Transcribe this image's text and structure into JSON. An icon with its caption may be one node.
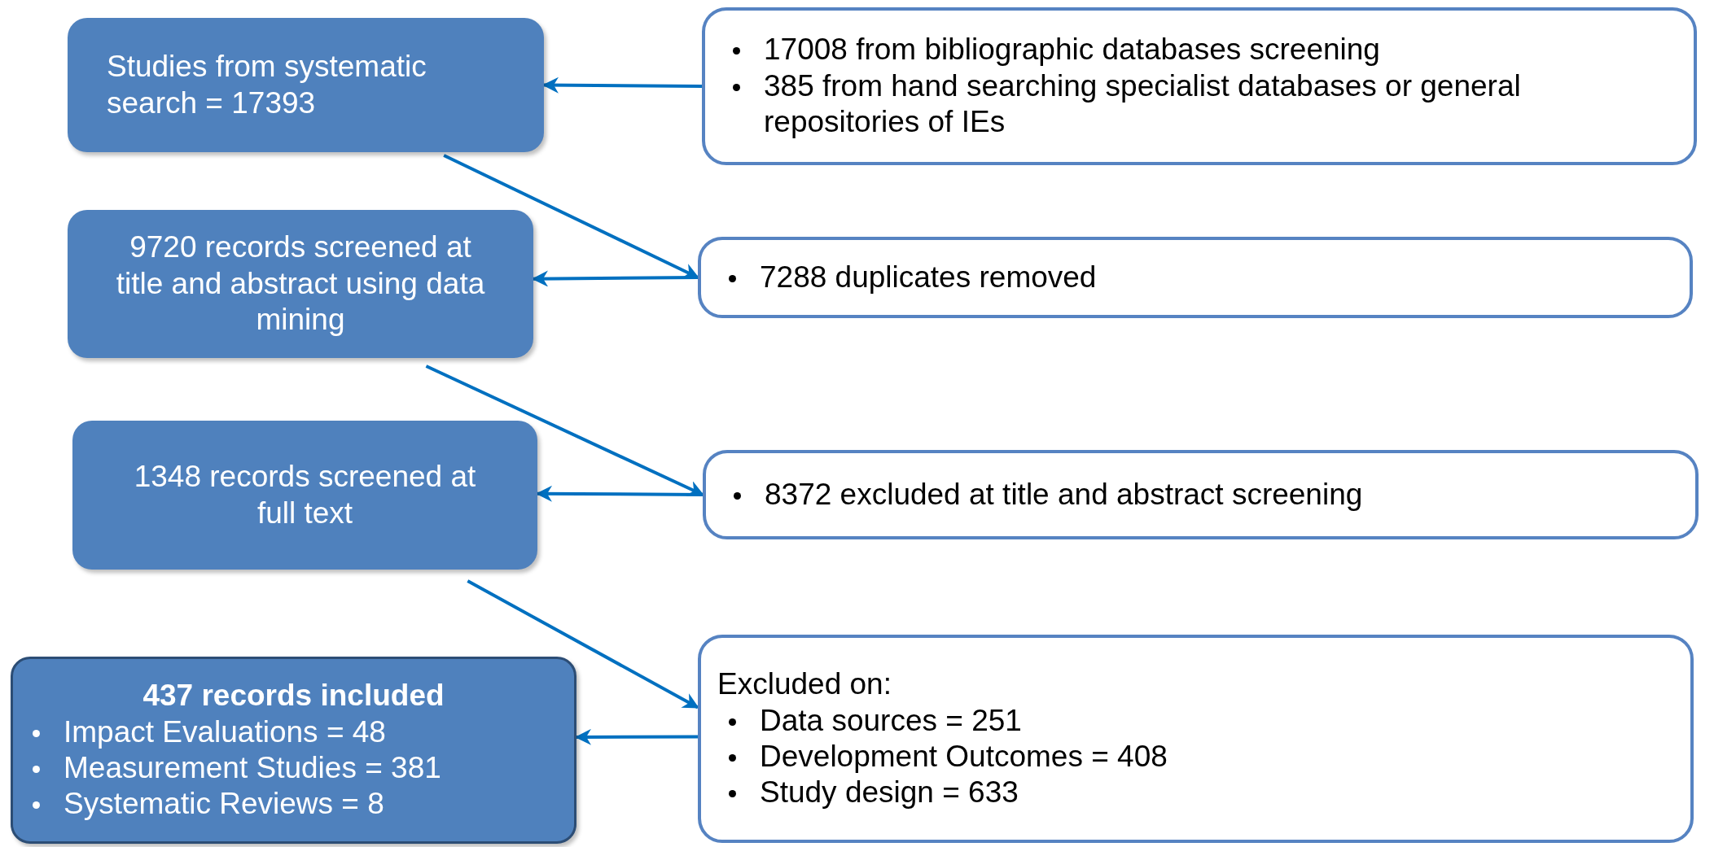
{
  "diagram": {
    "nodes": [
      {
        "text": [
          "Studies from systematic search = 17393"
        ]
      },
      {
        "text": [
          "17008 from bibliographic databases screening",
          "385 from hand searching specialist databases or general repositories of IEs"
        ]
      },
      {
        "text": [
          "9720 records screened at title and abstract using data mining"
        ]
      },
      {
        "text": [
          "7288 duplicates removed"
        ]
      },
      {
        "text": [
          "1348 records screened at full text"
        ]
      },
      {
        "text": [
          "8372 excluded at title and abstract screening"
        ]
      },
      {
        "text": [
          "437 records included",
          "Impact Evaluations = 48",
          "Measurement Studies = 381",
          "Systematic Reviews = 8"
        ]
      },
      {
        "text": [
          "Excluded on:",
          "Data sources = 251",
          "Development Outcomes = 408",
          "Study design = 633"
        ]
      }
    ],
    "edges": [
      {
        "from": 1,
        "to": 0,
        "arrow": "to"
      },
      {
        "from": 0,
        "to": 3,
        "arrow": "to"
      },
      {
        "from": 3,
        "to": 2,
        "arrow": "to"
      },
      {
        "from": 2,
        "to": 5,
        "arrow": "to"
      },
      {
        "from": 5,
        "to": 4,
        "arrow": "to"
      },
      {
        "from": 4,
        "to": 7,
        "arrow": "to"
      },
      {
        "from": 7,
        "to": 6,
        "arrow": "to"
      }
    ]
  }
}
